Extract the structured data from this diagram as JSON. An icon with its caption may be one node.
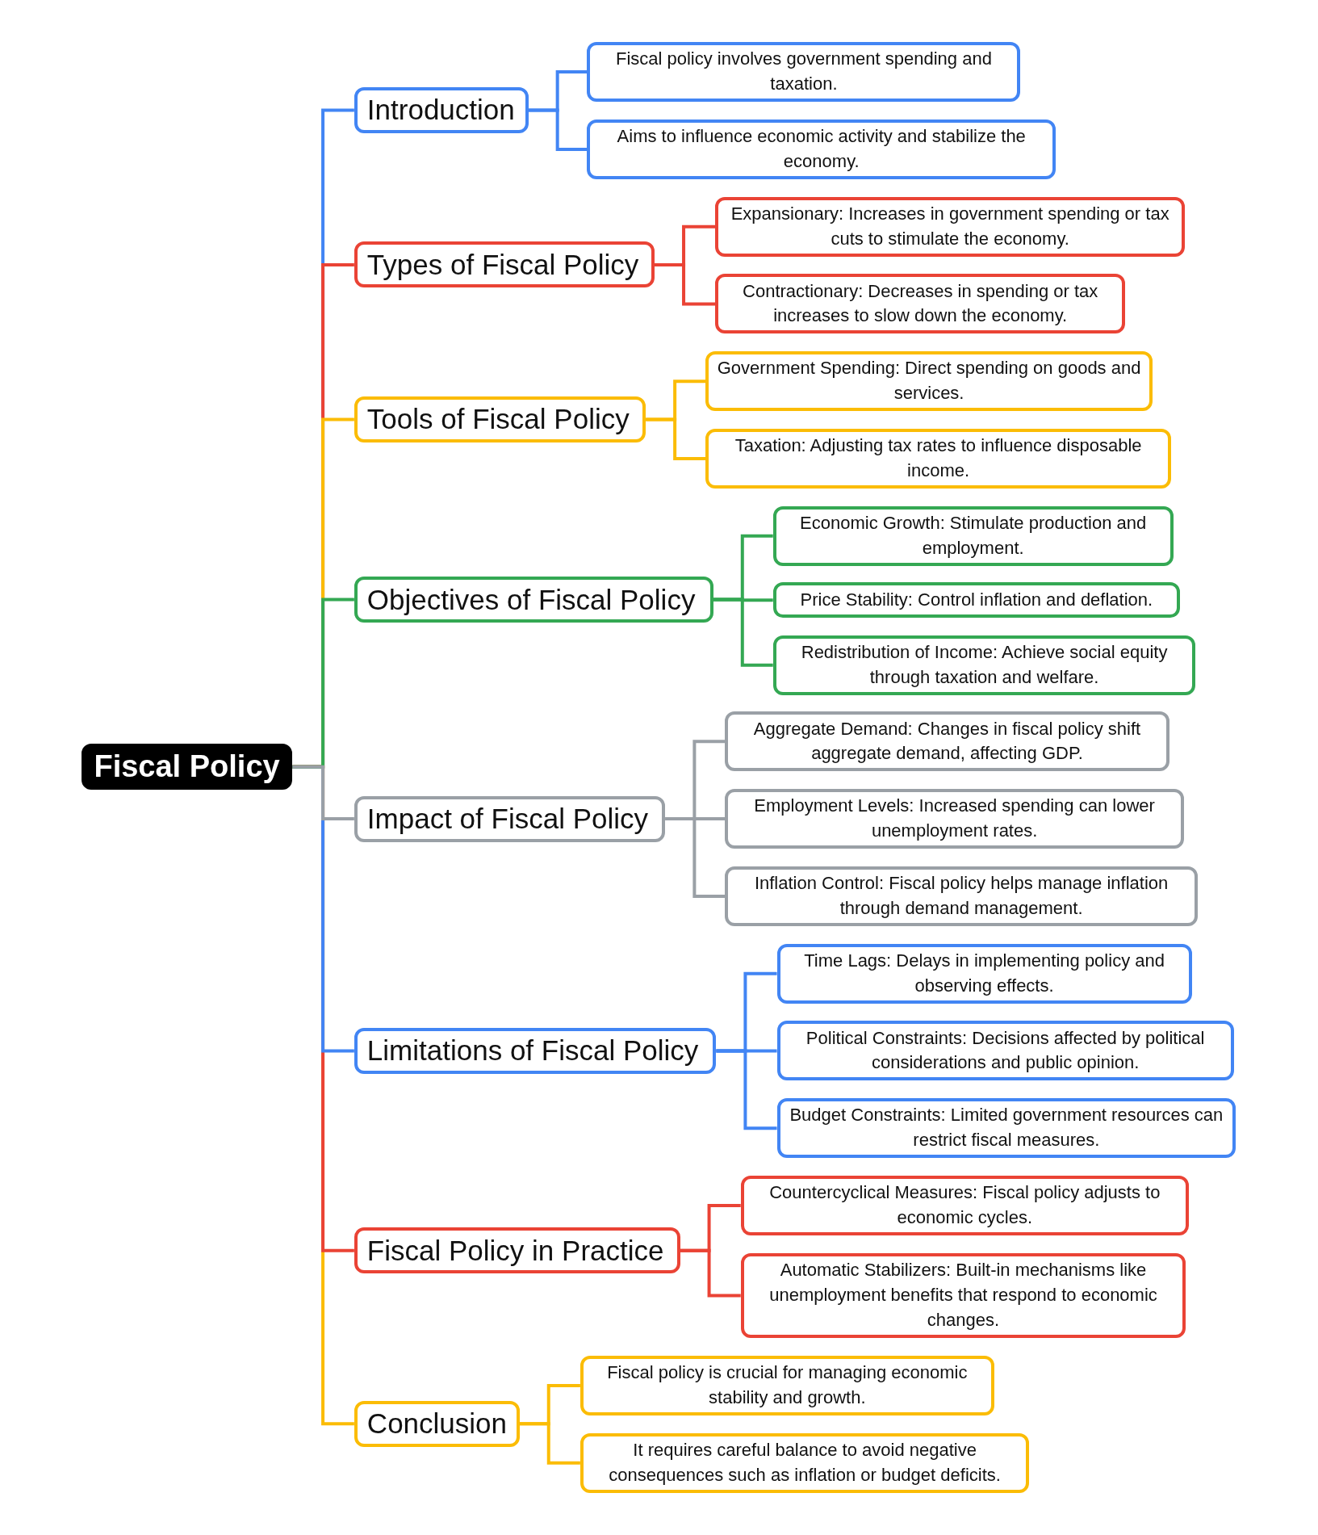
{
  "diagram": {
    "nodes": [
      {
        "text": [
          "Fiscal Policy"
        ]
      },
      {
        "text": [
          "Introduction"
        ]
      },
      {
        "text": [
          "Fiscal policy involves government spending and taxation."
        ]
      },
      {
        "text": [
          "Aims to influence economic activity and stabilize the economy."
        ]
      },
      {
        "text": [
          "Types of Fiscal Policy"
        ]
      },
      {
        "text": [
          "Expansionary: Increases in government spending or tax cuts to stimulate the economy."
        ]
      },
      {
        "text": [
          "Contractionary: Decreases in spending or tax increases to slow down the economy."
        ]
      },
      {
        "text": [
          "Tools of Fiscal Policy"
        ]
      },
      {
        "text": [
          "Government Spending: Direct spending on goods and services."
        ]
      },
      {
        "text": [
          "Taxation: Adjusting tax rates to influence disposable income."
        ]
      },
      {
        "text": [
          "Objectives of Fiscal Policy"
        ]
      },
      {
        "text": [
          "Economic Growth: Stimulate production and employment."
        ]
      },
      {
        "text": [
          "Price Stability: Control inflation and deflation."
        ]
      },
      {
        "text": [
          "Redistribution of Income: Achieve social equity through taxation and welfare."
        ]
      },
      {
        "text": [
          "Impact of Fiscal Policy"
        ]
      },
      {
        "text": [
          "Aggregate Demand: Changes in fiscal policy shift aggregate demand, affecting GDP."
        ]
      },
      {
        "text": [
          "Employment Levels: Increased spending can lower unemployment rates."
        ]
      },
      {
        "text": [
          "Inflation Control: Fiscal policy helps manage inflation through demand management."
        ]
      },
      {
        "text": [
          "Limitations of Fiscal Policy"
        ]
      },
      {
        "text": [
          "Time Lags: Delays in implementing policy and observing effects."
        ]
      },
      {
        "text": [
          "Political Constraints: Decisions affected by political considerations and public opinion."
        ]
      },
      {
        "text": [
          "Budget Constraints: Limited government resources can restrict fiscal measures."
        ]
      },
      {
        "text": [
          "Fiscal Policy in Practice"
        ]
      },
      {
        "text": [
          "Countercyclical Measures: Fiscal policy adjusts to economic cycles."
        ]
      },
      {
        "text": [
          "Automatic Stabilizers: Built-in mechanisms like unemployment benefits that respond to economic changes."
        ]
      },
      {
        "text": [
          "Conclusion"
        ]
      },
      {
        "text": [
          "Fiscal policy is crucial for managing economic stability and growth."
        ]
      },
      {
        "text": [
          "It requires careful balance to avoid negative consequences such as inflation or budget deficits."
        ]
      }
    ],
    "edges": [
      {
        "from": 0,
        "to": 1,
        "arrow": "none",
        "color": "#4285f4"
      },
      {
        "from": 1,
        "to": 2,
        "arrow": "none",
        "color": "#4285f4"
      },
      {
        "from": 1,
        "to": 3,
        "arrow": "none",
        "color": "#4285f4"
      },
      {
        "from": 0,
        "to": 4,
        "arrow": "none",
        "color": "#ea4335"
      },
      {
        "from": 4,
        "to": 5,
        "arrow": "none",
        "color": "#ea4335"
      },
      {
        "from": 4,
        "to": 6,
        "arrow": "none",
        "color": "#ea4335"
      },
      {
        "from": 0,
        "to": 7,
        "arrow": "none",
        "color": "#fbbc05"
      },
      {
        "from": 7,
        "to": 8,
        "arrow": "none",
        "color": "#fbbc05"
      },
      {
        "from": 7,
        "to": 9,
        "arrow": "none",
        "color": "#fbbc05"
      },
      {
        "from": 0,
        "to": 10,
        "arrow": "none",
        "color": "#34a853"
      },
      {
        "from": 10,
        "to": 11,
        "arrow": "none",
        "color": "#34a853"
      },
      {
        "from": 10,
        "to": 12,
        "arrow": "none",
        "color": "#34a853"
      },
      {
        "from": 10,
        "to": 13,
        "arrow": "none",
        "color": "#34a853"
      },
      {
        "from": 0,
        "to": 14,
        "arrow": "none",
        "color": "#9aa0a6"
      },
      {
        "from": 14,
        "to": 15,
        "arrow": "none",
        "color": "#9aa0a6"
      },
      {
        "from": 14,
        "to": 16,
        "arrow": "none",
        "color": "#9aa0a6"
      },
      {
        "from": 14,
        "to": 17,
        "arrow": "none",
        "color": "#9aa0a6"
      },
      {
        "from": 0,
        "to": 18,
        "arrow": "none",
        "color": "#4285f4"
      },
      {
        "from": 18,
        "to": 19,
        "arrow": "none",
        "color": "#4285f4"
      },
      {
        "from": 18,
        "to": 20,
        "arrow": "none",
        "color": "#4285f4"
      },
      {
        "from": 18,
        "to": 21,
        "arrow": "none",
        "color": "#4285f4"
      },
      {
        "from": 0,
        "to": 22,
        "arrow": "none",
        "color": "#ea4335"
      },
      {
        "from": 22,
        "to": 23,
        "arrow": "none",
        "color": "#ea4335"
      },
      {
        "from": 22,
        "to": 24,
        "arrow": "none",
        "color": "#ea4335"
      },
      {
        "from": 0,
        "to": 25,
        "arrow": "none",
        "color": "#fbbc05"
      },
      {
        "from": 25,
        "to": 26,
        "arrow": "none",
        "color": "#fbbc05"
      },
      {
        "from": 25,
        "to": 27,
        "arrow": "none",
        "color": "#fbbc05"
      }
    ]
  }
}
